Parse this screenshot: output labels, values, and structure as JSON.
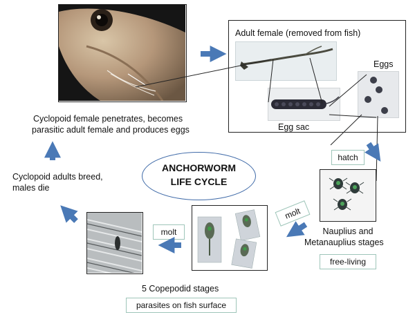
{
  "title_line1": "ANCHORWORM",
  "title_line2": "LIFE CYCLE",
  "labels": {
    "adult_female": "Adult female (removed from fish)",
    "eggs": "Eggs",
    "egg_sac": "Egg sac",
    "penetrates_line1": "Cyclopoid female penetrates, becomes",
    "penetrates_line2": "parasitic adult female and produces eggs",
    "breed_line1": "Cyclopoid adults breed,",
    "breed_line2": "males die",
    "nauplius_line1": "Nauplius and",
    "nauplius_line2": "Metanauplius stages",
    "copepodid": "5 Copepodid stages"
  },
  "tags": {
    "hatch": "hatch",
    "molt_right": "molt",
    "molt_left": "molt",
    "free_living": "free-living",
    "parasites_surface": "parasites on fish surface"
  },
  "colors": {
    "arrow": "#4a79b6",
    "tag_border": "#9ec5b9",
    "ellipse_border": "#3f6aa8"
  }
}
